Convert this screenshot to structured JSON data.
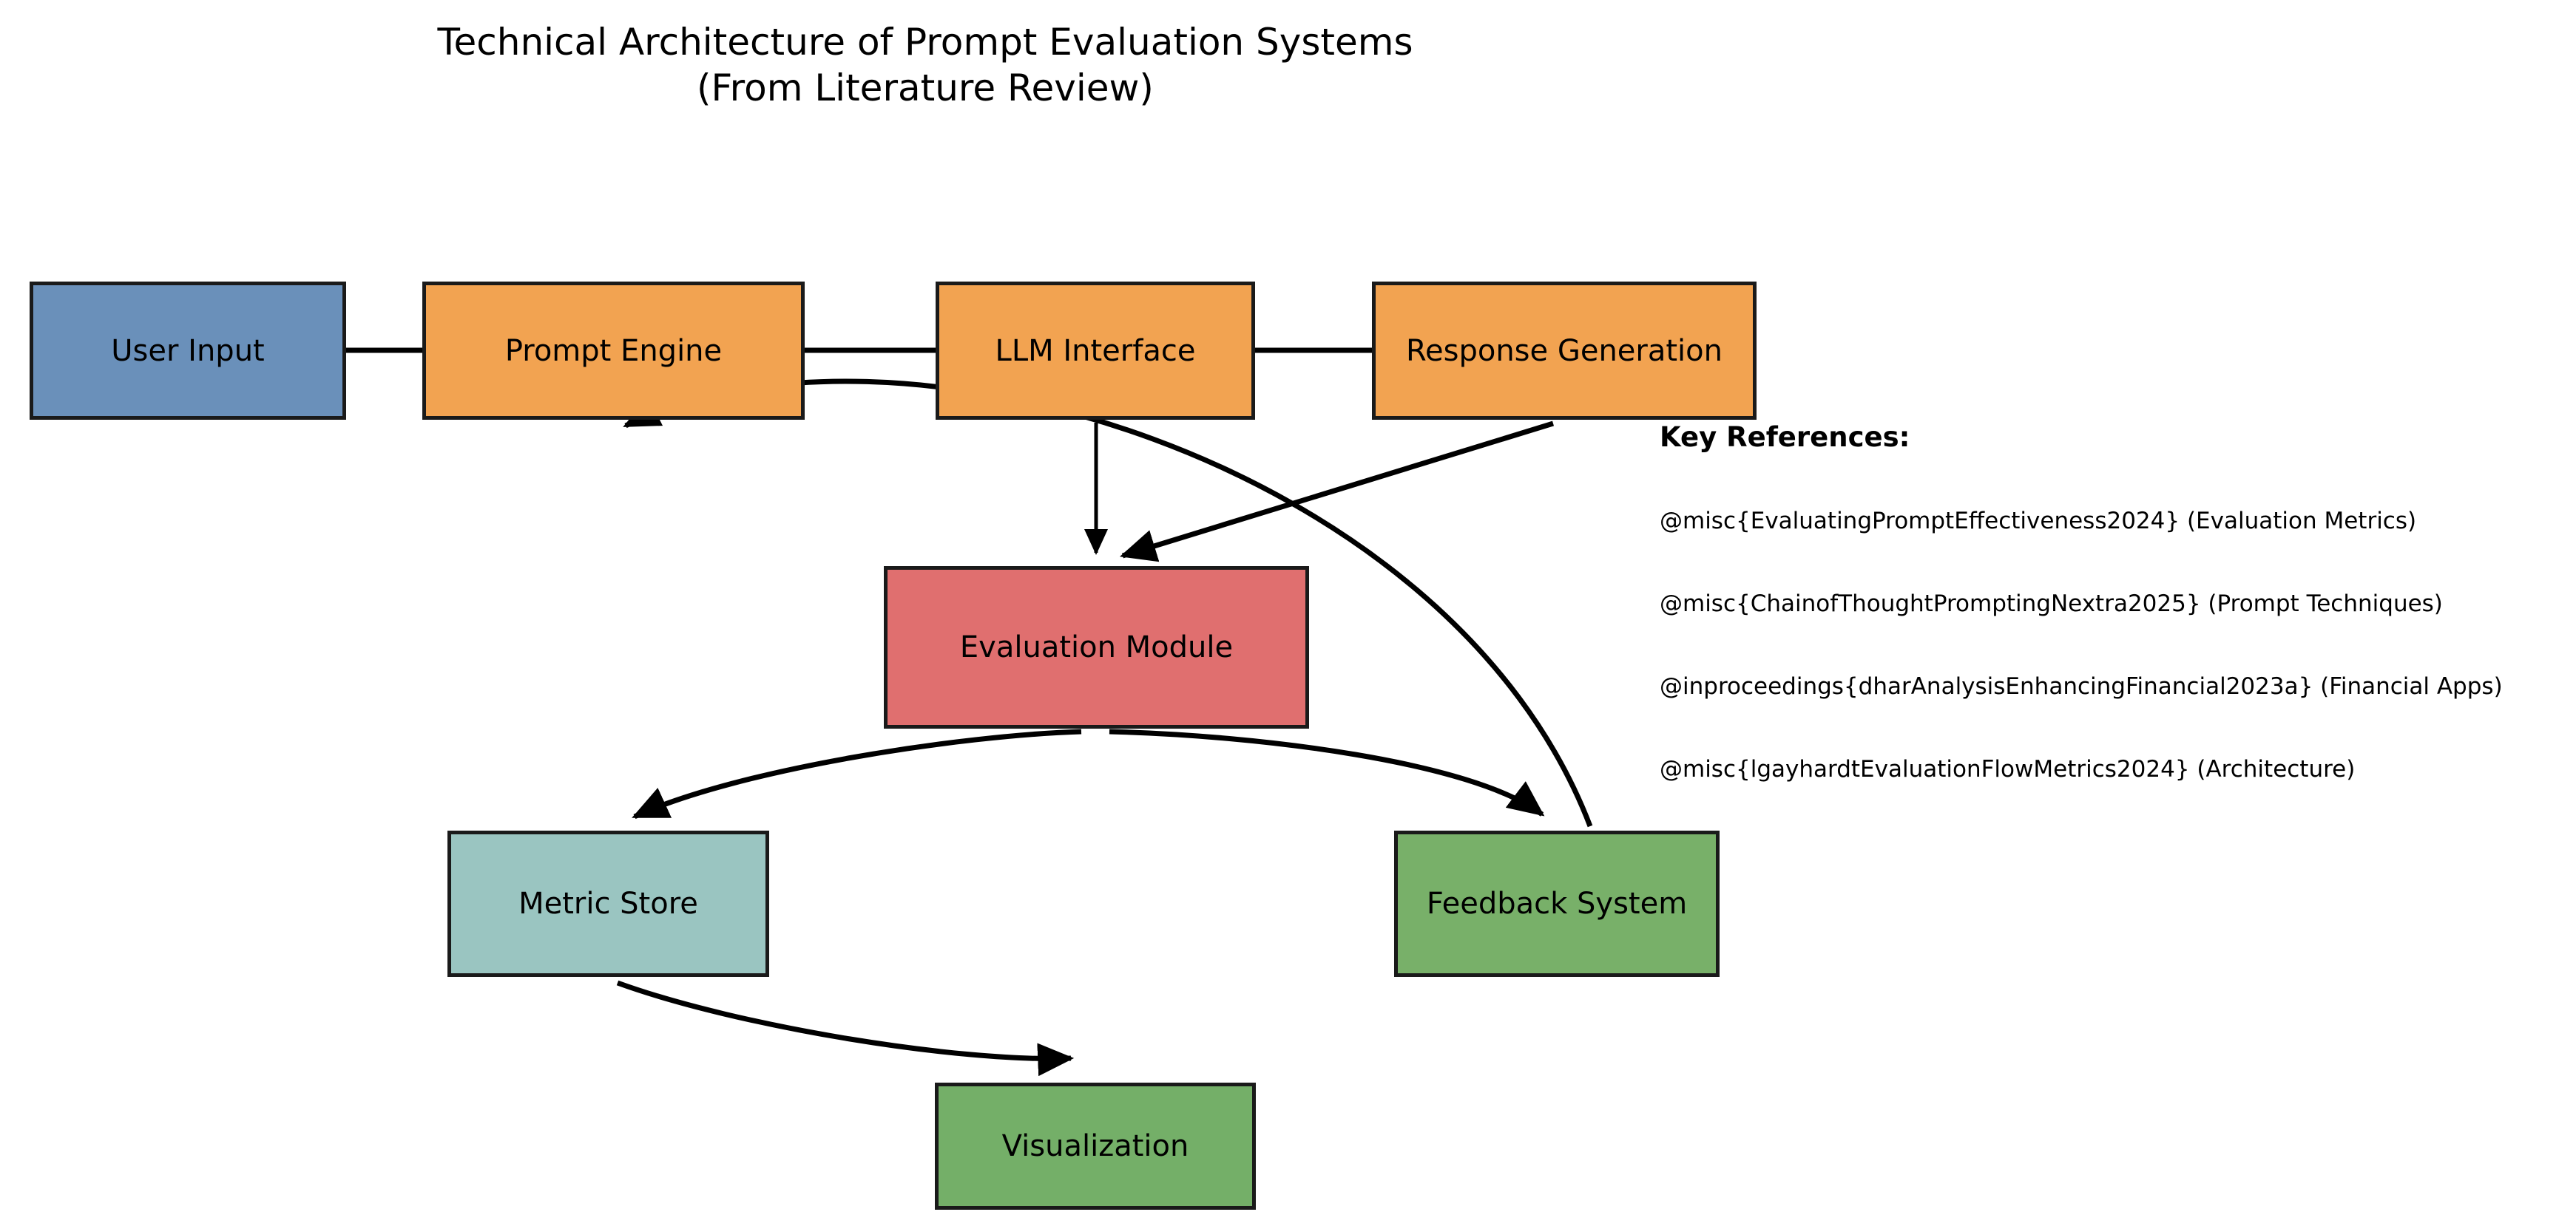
{
  "title": {
    "line1": "Technical Architecture of Prompt Evaluation Systems",
    "line2": "(From Literature Review)"
  },
  "nodes": {
    "user_input": {
      "label": "User Input",
      "color": "#6a90ba"
    },
    "prompt_engine": {
      "label": "Prompt Engine",
      "color": "#f2a351"
    },
    "llm_interface": {
      "label": "LLM Interface",
      "color": "#f2a351"
    },
    "response_generation": {
      "label": "Response Generation",
      "color": "#f2a351"
    },
    "evaluation_module": {
      "label": "Evaluation Module",
      "color": "#e06f6f"
    },
    "metric_store": {
      "label": "Metric Store",
      "color": "#9ac5c1"
    },
    "feedback_system": {
      "label": "Feedback System",
      "color": "#78b069"
    },
    "visualization": {
      "label": "Visualization",
      "color": "#74af68"
    }
  },
  "edges": [
    {
      "from": "user_input",
      "to": "prompt_engine"
    },
    {
      "from": "prompt_engine",
      "to": "llm_interface"
    },
    {
      "from": "llm_interface",
      "to": "response_generation"
    },
    {
      "from": "llm_interface",
      "to": "evaluation_module"
    },
    {
      "from": "response_generation",
      "to": "evaluation_module"
    },
    {
      "from": "evaluation_module",
      "to": "metric_store"
    },
    {
      "from": "evaluation_module",
      "to": "feedback_system"
    },
    {
      "from": "metric_store",
      "to": "visualization"
    },
    {
      "from": "feedback_system",
      "to": "prompt_engine"
    }
  ],
  "references": {
    "heading": "Key References:",
    "items": [
      "@misc{EvaluatingPromptEffectiveness2024} (Evaluation Metrics)",
      "@misc{ChainofThoughtPromptingNextra2025} (Prompt Techniques)",
      "@inproceedings{dharAnalysisEnhancingFinancial2023a} (Financial Apps)",
      "@misc{lgayhardtEvaluationFlowMetrics2024} (Architecture)"
    ]
  },
  "colors": {
    "background": "#ffffff",
    "node_border": "#1a1a1a",
    "arrow": "#000000",
    "text": "#000000"
  }
}
